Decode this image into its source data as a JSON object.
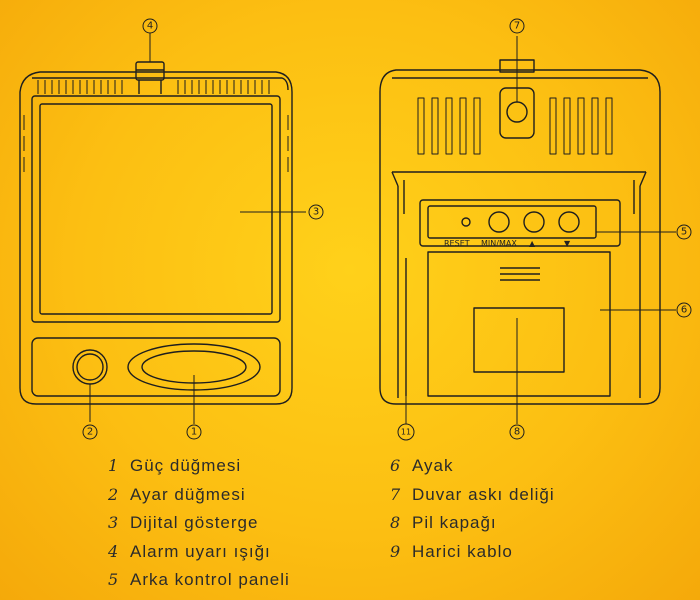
{
  "callouts": {
    "c1": "1",
    "c2": "2",
    "c3": "3",
    "c4": "4",
    "c5": "5",
    "c6": "6",
    "c7": "7",
    "c8": "8",
    "c11": "11"
  },
  "back_panel_labels": {
    "reset": "RESET",
    "minmax": "MIN/MAX",
    "up": "▲",
    "down": "▼"
  },
  "legend_left": [
    {
      "num": "1",
      "text": "Güç düğmesi"
    },
    {
      "num": "2",
      "text": "Ayar düğmesi"
    },
    {
      "num": "3",
      "text": "Dijital gösterge"
    },
    {
      "num": "4",
      "text": "Alarm uyarı ışığı"
    },
    {
      "num": "5",
      "text": "Arka kontrol paneli"
    }
  ],
  "legend_right": [
    {
      "num": "6",
      "text": "Ayak"
    },
    {
      "num": "7",
      "text": "Duvar askı deliği"
    },
    {
      "num": "8",
      "text": "Pil kapağı"
    },
    {
      "num": "9",
      "text": "Harici kablo"
    }
  ]
}
